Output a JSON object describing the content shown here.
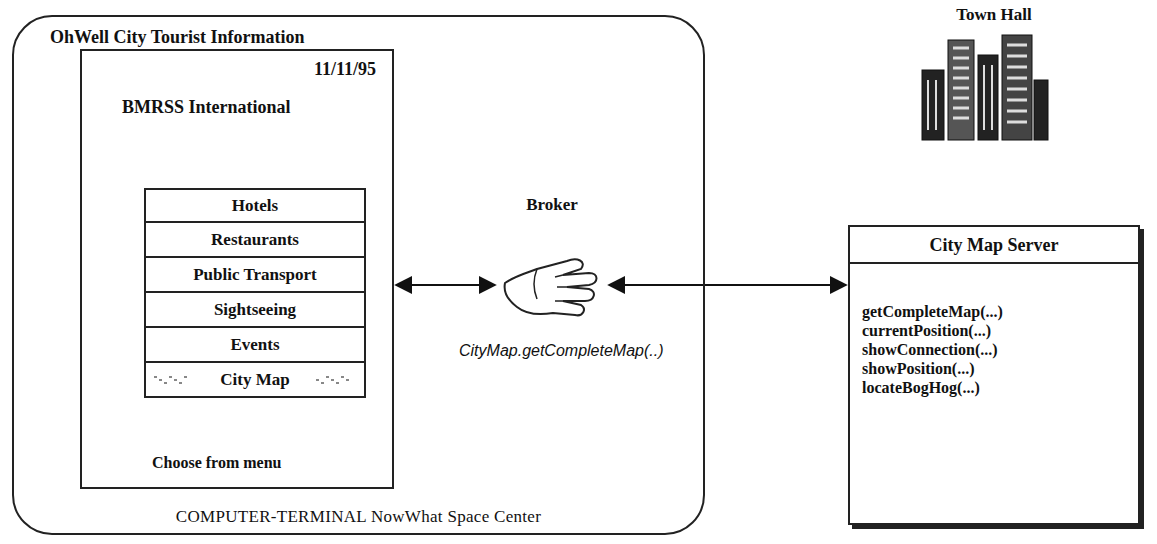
{
  "diagram": {
    "nodes": [
      {
        "text": [
          "OhWell City Tourist Information",
          "COMPUTER-TERMINAL NowWhat Space Center"
        ]
      },
      {
        "text": [
          "11/11/95",
          "BMRSS International",
          "Choose from menu"
        ],
        "in": 0
      },
      {
        "text": [
          "Hotels"
        ],
        "in": 1
      },
      {
        "text": [
          "Restaurants"
        ],
        "in": 1
      },
      {
        "text": [
          "Public Transport"
        ],
        "in": 1
      },
      {
        "text": [
          "Sightseeing"
        ],
        "in": 1
      },
      {
        "text": [
          "Events"
        ],
        "in": 1
      },
      {
        "text": [
          "City Map"
        ],
        "in": 1
      },
      {
        "text": [
          "Broker"
        ],
        "in": 0
      },
      {
        "text": [
          "Town Hall",
          "City Map Server",
          "getCompleteMap(...)",
          "currentPosition(...)",
          "showConnection(...)",
          "showPosition(...)",
          "locateBogHog(...)"
        ]
      }
    ],
    "edges": [
      {
        "from": 1,
        "to": 8,
        "arrow": "both"
      },
      {
        "from": 8,
        "to": 9,
        "arrow": "both"
      }
    ],
    "labels": [
      "CityMap.getCompleteMap(..)"
    ]
  }
}
